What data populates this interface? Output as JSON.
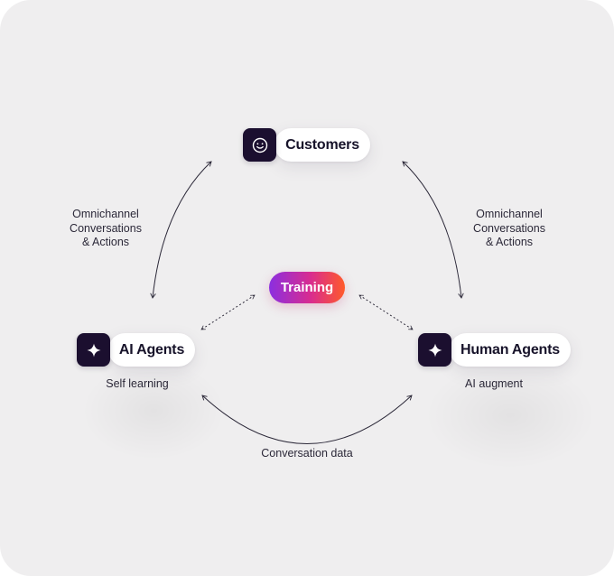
{
  "nodes": {
    "customers": {
      "label": "Customers",
      "icon": "smiley-face-icon"
    },
    "ai_agents": {
      "label": "AI Agents",
      "icon": "sparkle-icon",
      "caption": "Self learning"
    },
    "human_agents": {
      "label": "Human Agents",
      "icon": "sparkle-icon",
      "caption": "AI augment"
    }
  },
  "center": {
    "label": "Training"
  },
  "edge_labels": {
    "left": [
      "Omnichannel",
      "Conversations",
      "& Actions"
    ],
    "right": [
      "Omnichannel",
      "Conversations",
      "& Actions"
    ],
    "bottom": "Conversation data"
  },
  "colors": {
    "background": "#efeeef",
    "icon_box": "#1b0f2f",
    "pill": "#ffffff",
    "text": "#17132a",
    "training_gradient": [
      "#8b2fe0",
      "#d92c8f",
      "#ff5a2a"
    ]
  }
}
